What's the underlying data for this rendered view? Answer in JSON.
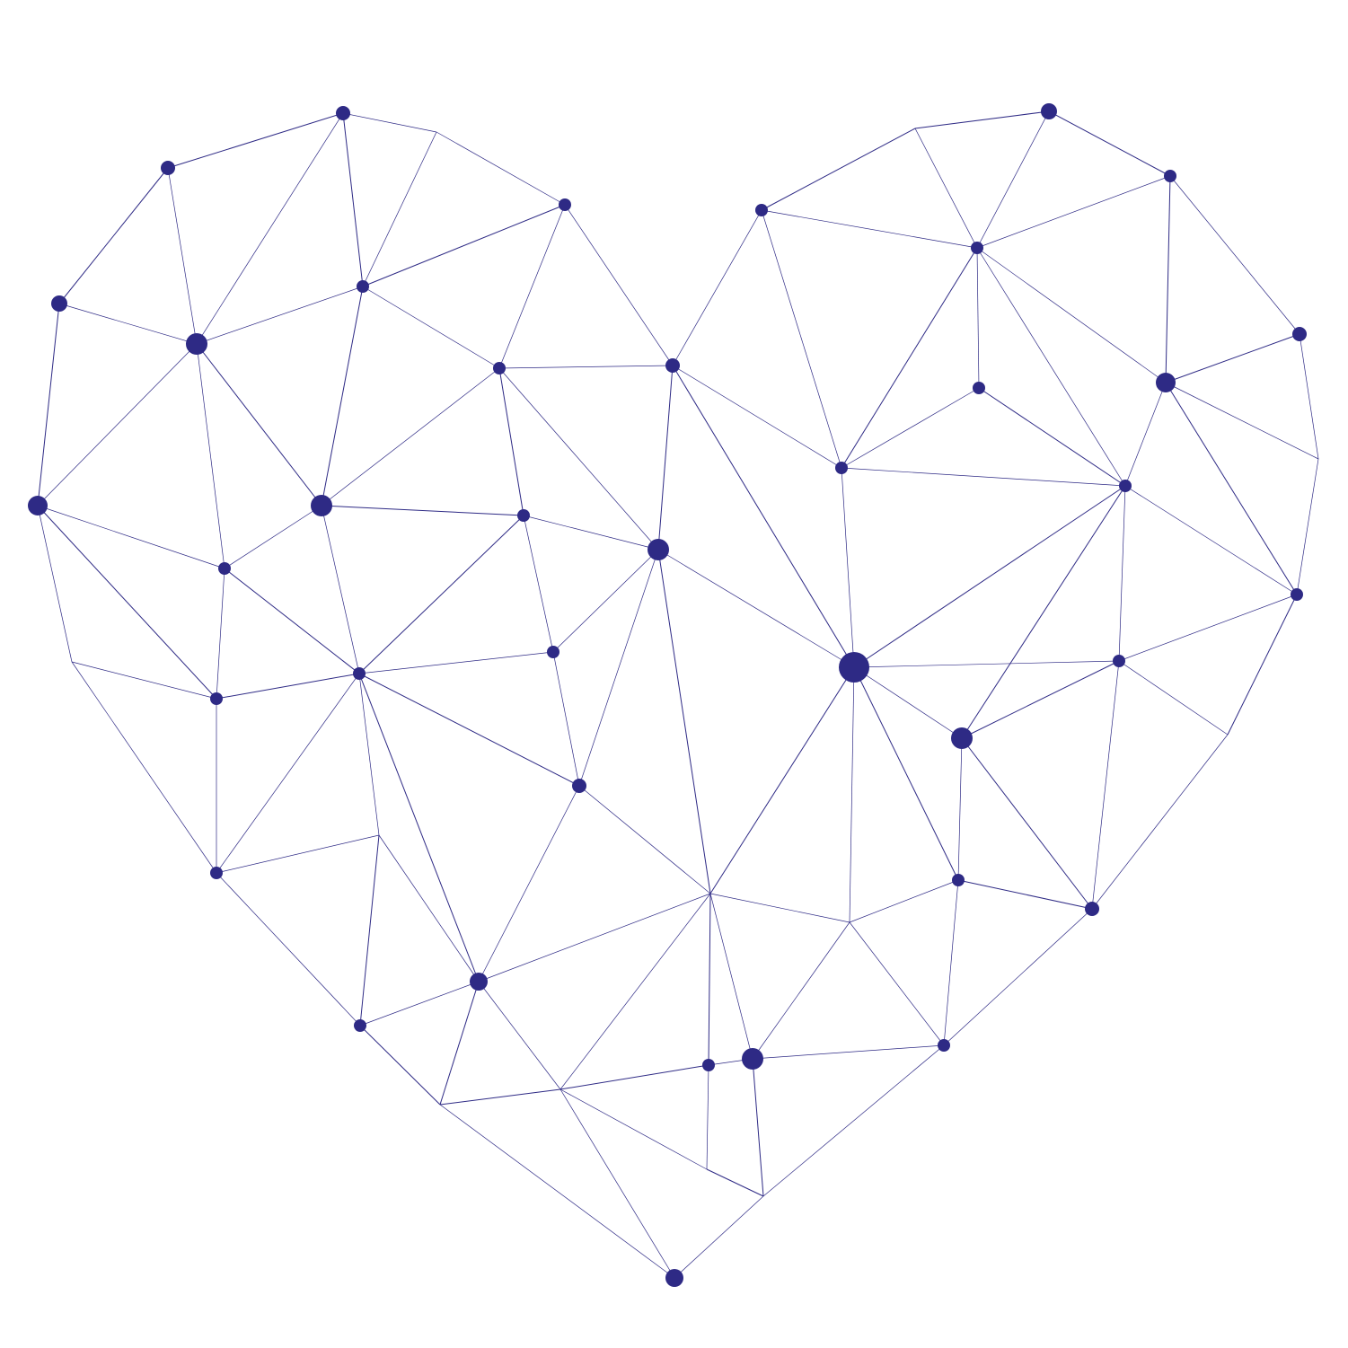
{
  "artwork": {
    "subject": "heart-network-illustration",
    "colors": {
      "background": "#ffffff",
      "line": "#2e2a85",
      "node": "#2e2a85"
    },
    "node_count": 51,
    "edge_count": 146
  }
}
